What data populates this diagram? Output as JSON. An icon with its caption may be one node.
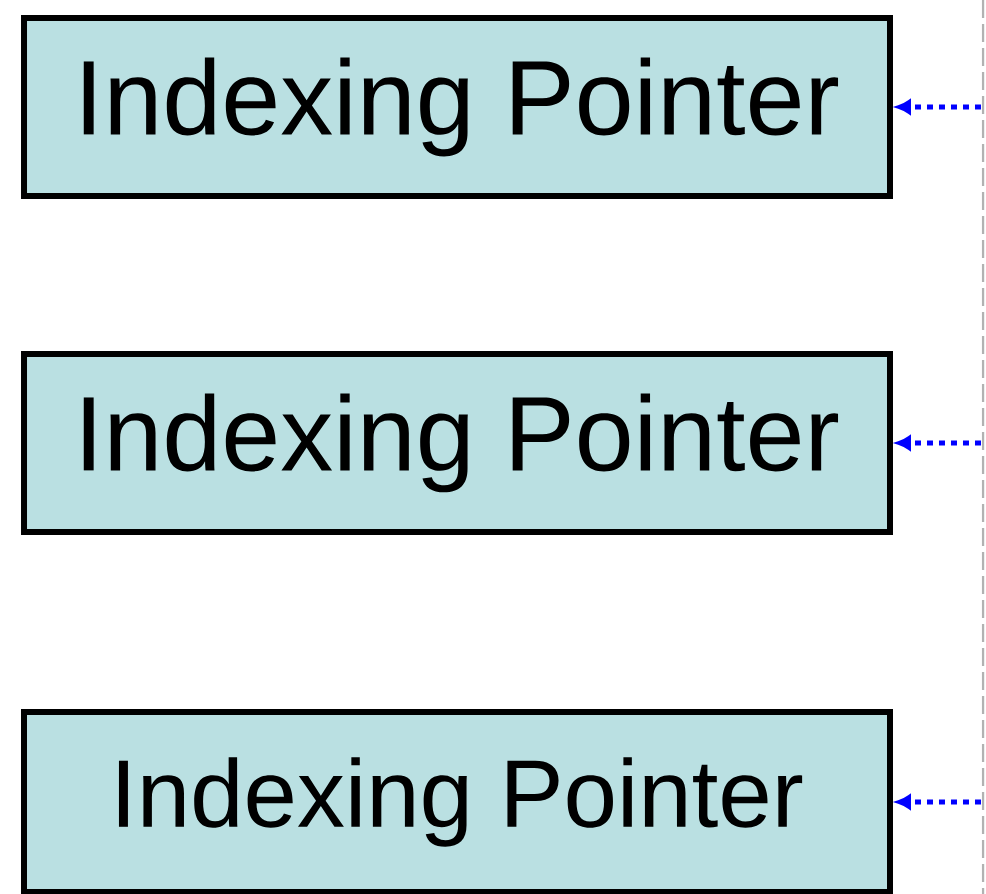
{
  "diagram": {
    "nodes": [
      {
        "text": [
          "Indexing Pointer"
        ]
      },
      {
        "text": [
          "Indexing Pointer"
        ]
      },
      {
        "text": [
          "Indexing Pointer"
        ]
      }
    ],
    "edges": [
      {
        "from": null,
        "to": 0,
        "arrow": "to",
        "style": "dashed",
        "color": "#0000ff"
      },
      {
        "from": null,
        "to": 1,
        "arrow": "to",
        "style": "dashed",
        "color": "#0000ff"
      },
      {
        "from": null,
        "to": 2,
        "arrow": "to",
        "style": "dashed",
        "color": "#0000ff"
      }
    ]
  }
}
